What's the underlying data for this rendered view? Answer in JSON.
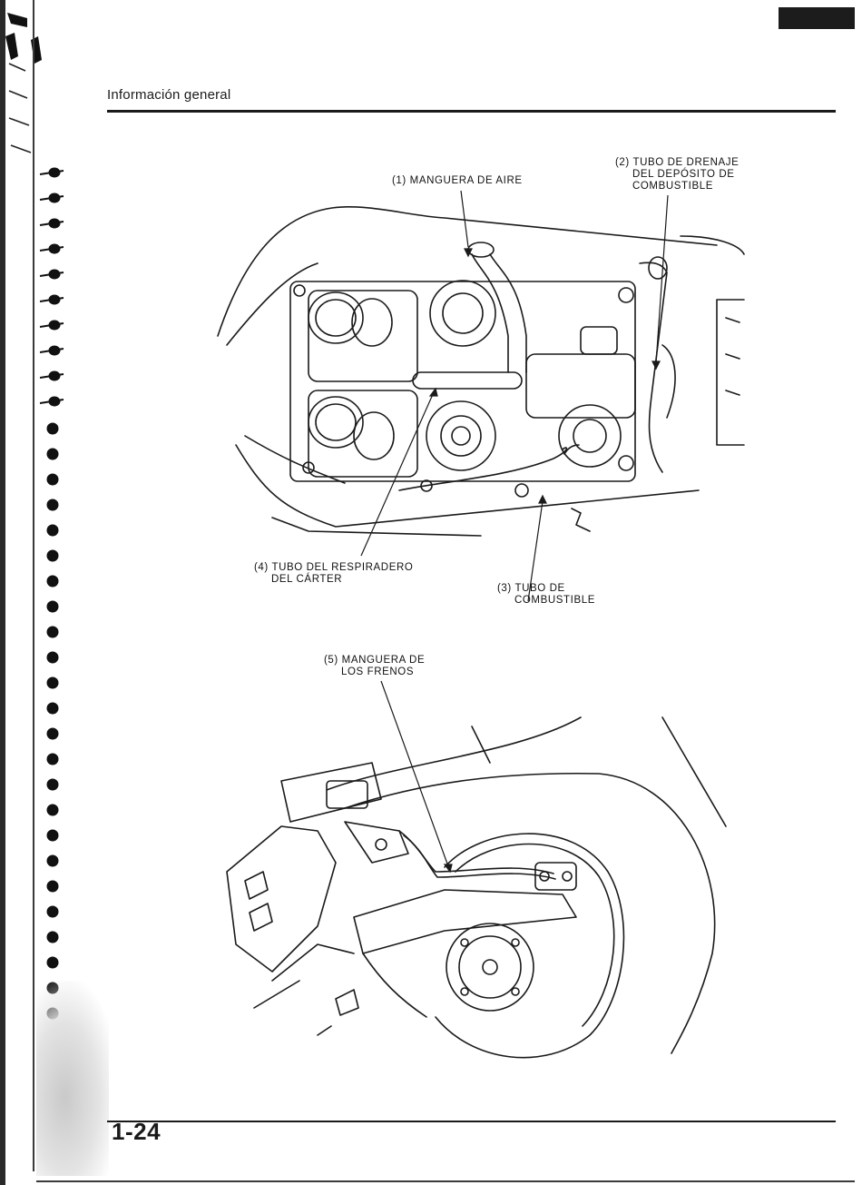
{
  "header": {
    "section_title": "Información general"
  },
  "figure_1": {
    "callouts": {
      "c1": "(1) MANGUERA DE AIRE",
      "c2": "(2) TUBO DE DRENAJE\n     DEL DEPÓSITO DE\n     COMBUSTIBLE",
      "c3": "(3) TUBO DE\n     COMBUSTIBLE",
      "c4": "(4) TUBO DEL RESPIRADERO\n     DEL CÁRTER"
    }
  },
  "figure_2": {
    "callouts": {
      "c5": "(5) MANGUERA DE\n     LOS FRENOS"
    }
  },
  "footer": {
    "page_number": "1-24"
  }
}
